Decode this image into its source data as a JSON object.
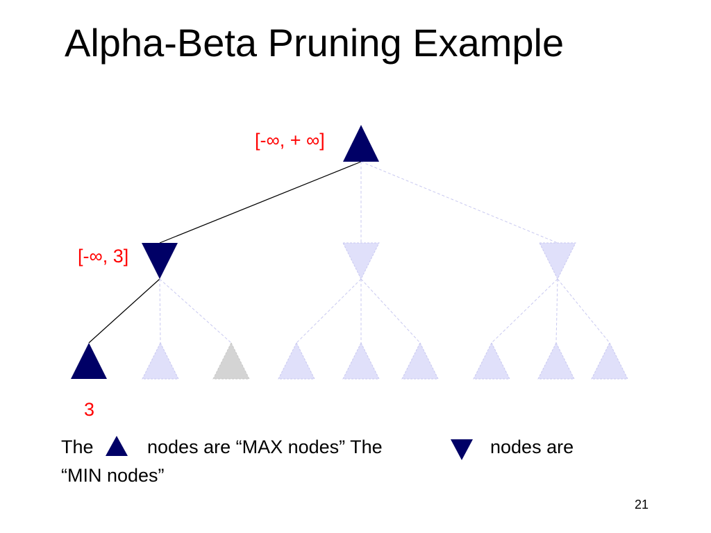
{
  "slide": {
    "title": "Alpha-Beta Pruning Example",
    "page_number": "21"
  },
  "colors": {
    "active_node": "#000066",
    "faded_node": "#e0e0fa",
    "pruned_node": "#d4d4d4",
    "label_red": "#ff0000",
    "edge_active": "#000000",
    "edge_faded": "#c8c8f0"
  },
  "tree": {
    "root": {
      "type": "MAX",
      "state": "active",
      "bounds_label": "[-∞, + ∞]"
    },
    "min_nodes": [
      {
        "type": "MIN",
        "state": "active",
        "bounds_label": "[-∞, 3]"
      },
      {
        "type": "MIN",
        "state": "faded"
      },
      {
        "type": "MIN",
        "state": "faded"
      }
    ],
    "leaves": [
      {
        "type": "MAX",
        "state": "active",
        "value": "3"
      },
      {
        "type": "MAX",
        "state": "faded"
      },
      {
        "type": "MAX",
        "state": "pruned"
      },
      {
        "type": "MAX",
        "state": "faded"
      },
      {
        "type": "MAX",
        "state": "faded"
      },
      {
        "type": "MAX",
        "state": "faded"
      },
      {
        "type": "MAX",
        "state": "faded"
      },
      {
        "type": "MAX",
        "state": "faded"
      },
      {
        "type": "MAX",
        "state": "faded"
      }
    ]
  },
  "legend": {
    "part1": "The",
    "part2": "nodes are “MAX nodes” The",
    "part3": "nodes are",
    "part4": "“MIN nodes”",
    "max_icon": "up-triangle-icon",
    "min_icon": "down-triangle-icon"
  }
}
